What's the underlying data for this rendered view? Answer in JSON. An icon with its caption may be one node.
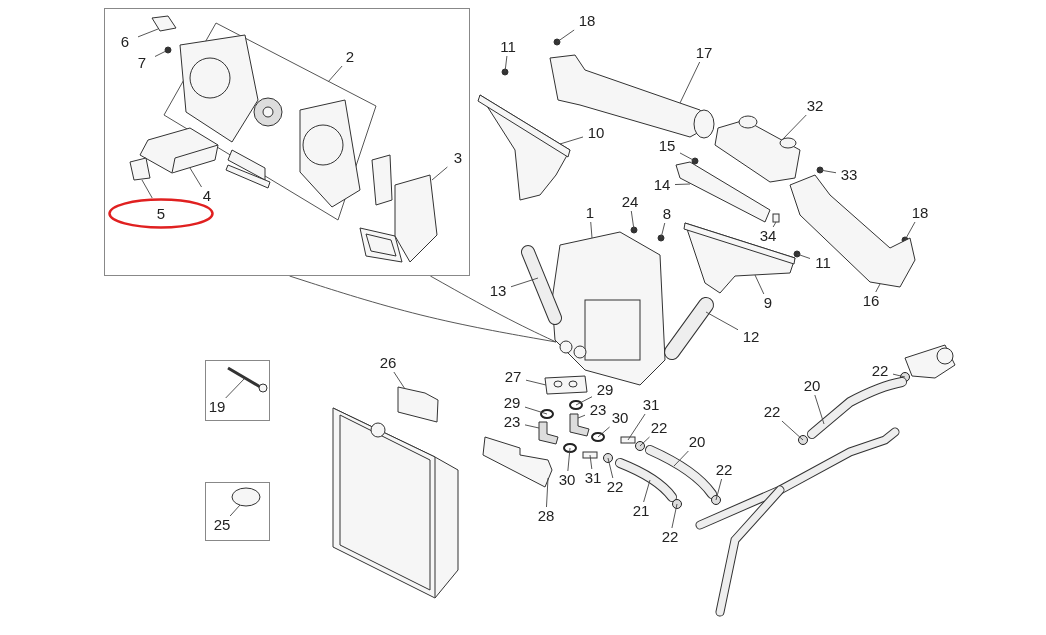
{
  "diagram": {
    "nodes": [
      {
        "text": [],
        "shape": "box"
      },
      {
        "text": [
          "6"
        ],
        "in": 0
      },
      {
        "text": [
          "7"
        ],
        "in": 0
      },
      {
        "text": [
          "2"
        ],
        "in": 0
      },
      {
        "text": [
          "3"
        ],
        "in": 0
      },
      {
        "text": [
          "4"
        ],
        "in": 0
      },
      {
        "text": [
          "5"
        ],
        "in": 0
      },
      {
        "text": [
          "18"
        ]
      },
      {
        "text": [
          "11"
        ]
      },
      {
        "text": [
          "17"
        ]
      },
      {
        "text": [
          "32"
        ]
      },
      {
        "text": [
          "10"
        ]
      },
      {
        "text": [
          "15"
        ]
      },
      {
        "text": [
          "14"
        ]
      },
      {
        "text": [
          "33"
        ]
      },
      {
        "text": [
          "24"
        ]
      },
      {
        "text": [
          "1"
        ]
      },
      {
        "text": [
          "8"
        ]
      },
      {
        "text": [
          "18"
        ]
      },
      {
        "text": [
          "34"
        ]
      },
      {
        "text": [
          "11"
        ]
      },
      {
        "text": [
          "13"
        ]
      },
      {
        "text": [
          "9"
        ]
      },
      {
        "text": [
          "16"
        ]
      },
      {
        "text": [
          "12"
        ]
      },
      {
        "text": [],
        "shape": "box"
      },
      {
        "text": [
          "19"
        ],
        "in": 25
      },
      {
        "text": [
          "26"
        ]
      },
      {
        "text": [
          "22"
        ]
      },
      {
        "text": [
          "27"
        ]
      },
      {
        "text": [
          "20"
        ]
      },
      {
        "text": [
          "29"
        ]
      },
      {
        "text": [
          "29"
        ]
      },
      {
        "text": [
          "23"
        ]
      },
      {
        "text": [
          "23"
        ]
      },
      {
        "text": [
          "30"
        ]
      },
      {
        "text": [
          "31"
        ]
      },
      {
        "text": [
          "22"
        ]
      },
      {
        "text": [
          "22"
        ]
      },
      {
        "text": [
          "20"
        ]
      },
      {
        "text": [
          "22"
        ]
      },
      {
        "text": [
          "30"
        ]
      },
      {
        "text": [
          "31"
        ]
      },
      {
        "text": [
          "22"
        ]
      },
      {
        "text": [
          "21"
        ]
      },
      {
        "text": [],
        "shape": "box"
      },
      {
        "text": [
          "25"
        ],
        "in": 45
      },
      {
        "text": [
          "28"
        ]
      },
      {
        "text": [
          "22"
        ]
      },
      {
        "text": [],
        "shape": "picture",
        "in": 0
      },
      {
        "text": [],
        "shape": "picture",
        "in": 0
      },
      {
        "text": [],
        "shape": "circle",
        "in": 0
      },
      {
        "text": [],
        "shape": "picture",
        "in": 0
      },
      {
        "text": [],
        "shape": "picture",
        "in": 0
      },
      {
        "text": [],
        "shape": "circle"
      },
      {
        "text": [],
        "shape": "circle"
      },
      {
        "text": [],
        "shape": "picture"
      },
      {
        "text": [],
        "shape": "picture"
      },
      {
        "text": [],
        "shape": "picture"
      },
      {
        "text": [],
        "shape": "circle"
      },
      {
        "text": [],
        "shape": "picture"
      },
      {
        "text": [],
        "shape": "circle"
      },
      {
        "text": [],
        "shape": "circle"
      },
      {
        "text": [],
        "shape": "picture"
      },
      {
        "text": [],
        "shape": "circle"
      },
      {
        "text": [],
        "shape": "circle"
      },
      {
        "text": [],
        "shape": "box"
      },
      {
        "text": [],
        "shape": "circle"
      },
      {
        "text": [],
        "shape": "picture"
      },
      {
        "text": [],
        "shape": "picture"
      },
      {
        "text": [],
        "shape": "picture"
      },
      {
        "text": [],
        "shape": "picture"
      },
      {
        "text": [],
        "shape": "picture",
        "in": 25
      },
      {
        "text": [],
        "shape": "picture"
      },
      {
        "text": [],
        "shape": "circle"
      },
      {
        "text": [],
        "shape": "picture"
      },
      {
        "text": [],
        "shape": "picture"
      },
      {
        "text": [],
        "shape": "circle"
      },
      {
        "text": [],
        "shape": "circle"
      },
      {
        "text": [],
        "shape": "picture"
      },
      {
        "text": [],
        "shape": "picture"
      },
      {
        "text": [],
        "shape": "circle"
      },
      {
        "text": [],
        "shape": "box"
      },
      {
        "text": [],
        "shape": "circle"
      },
      {
        "text": [],
        "shape": "circle"
      },
      {
        "text": [],
        "shape": "picture"
      },
      {
        "text": [],
        "shape": "circle"
      },
      {
        "text": [],
        "shape": "circle"
      },
      {
        "text": [],
        "shape": "box"
      },
      {
        "text": [],
        "shape": "circle"
      },
      {
        "text": [],
        "shape": "picture"
      },
      {
        "text": [],
        "shape": "circle",
        "in": 45
      },
      {
        "text": [],
        "shape": "picture"
      },
      {
        "text": [],
        "shape": "circle"
      }
    ],
    "edges": [
      {
        "from": 1,
        "to": 50,
        "arrow": "none"
      },
      {
        "from": 2,
        "to": 51,
        "arrow": "none"
      },
      {
        "from": 3,
        "to": 49,
        "arrow": "none"
      },
      {
        "from": 4,
        "to": 53,
        "arrow": "none"
      },
      {
        "from": 5,
        "to": 52,
        "arrow": "none"
      },
      {
        "from": 6,
        "to": 52,
        "arrow": "none"
      },
      {
        "from": 7,
        "to": 54,
        "arrow": "none"
      },
      {
        "from": 8,
        "to": 55,
        "arrow": "none"
      },
      {
        "from": 9,
        "to": 56,
        "arrow": "none"
      },
      {
        "from": 10,
        "to": 57,
        "arrow": "none"
      },
      {
        "from": 11,
        "to": 58,
        "arrow": "none"
      },
      {
        "from": 12,
        "to": 59,
        "arrow": "none"
      },
      {
        "from": 13,
        "to": 60,
        "arrow": "none"
      },
      {
        "from": 14,
        "to": 61,
        "arrow": "none"
      },
      {
        "from": 15,
        "to": 62,
        "arrow": "none"
      },
      {
        "from": 16,
        "to": 63,
        "arrow": "none"
      },
      {
        "from": 17,
        "to": 64,
        "arrow": "none"
      },
      {
        "from": 18,
        "to": 65,
        "arrow": "none"
      },
      {
        "from": 19,
        "to": 66,
        "arrow": "none"
      },
      {
        "from": 20,
        "to": 67,
        "arrow": "none"
      },
      {
        "from": 21,
        "to": 68,
        "arrow": "none"
      },
      {
        "from": 22,
        "to": 69,
        "arrow": "none"
      },
      {
        "from": 23,
        "to": 70,
        "arrow": "none"
      },
      {
        "from": 24,
        "to": 71,
        "arrow": "none"
      },
      {
        "from": 26,
        "to": 72,
        "arrow": "none"
      },
      {
        "from": 27,
        "to": 73,
        "arrow": "none"
      },
      {
        "from": 28,
        "to": 74,
        "arrow": "none"
      },
      {
        "from": 29,
        "to": 75,
        "arrow": "none"
      },
      {
        "from": 30,
        "to": 76,
        "arrow": "none"
      },
      {
        "from": 31,
        "to": 77,
        "arrow": "none"
      },
      {
        "from": 32,
        "to": 78,
        "arrow": "none"
      },
      {
        "from": 33,
        "to": 79,
        "arrow": "none"
      },
      {
        "from": 34,
        "to": 80,
        "arrow": "none"
      },
      {
        "from": 35,
        "to": 81,
        "arrow": "none"
      },
      {
        "from": 36,
        "to": 82,
        "arrow": "none"
      },
      {
        "from": 37,
        "to": 83,
        "arrow": "none"
      },
      {
        "from": 38,
        "to": 84,
        "arrow": "none"
      },
      {
        "from": 39,
        "to": 85,
        "arrow": "none"
      },
      {
        "from": 40,
        "to": 86,
        "arrow": "none"
      },
      {
        "from": 41,
        "to": 87,
        "arrow": "none"
      },
      {
        "from": 42,
        "to": 88,
        "arrow": "none"
      },
      {
        "from": 43,
        "to": 89,
        "arrow": "none"
      },
      {
        "from": 44,
        "to": 90,
        "arrow": "none"
      },
      {
        "from": 46,
        "to": 91,
        "arrow": "none"
      },
      {
        "from": 47,
        "to": 92,
        "arrow": "none"
      },
      {
        "from": 48,
        "to": 93,
        "arrow": "none"
      },
      {
        "from": 0,
        "to": 63,
        "arrow": "none"
      },
      {
        "from": 0,
        "to": 63,
        "arrow": "none"
      }
    ]
  }
}
